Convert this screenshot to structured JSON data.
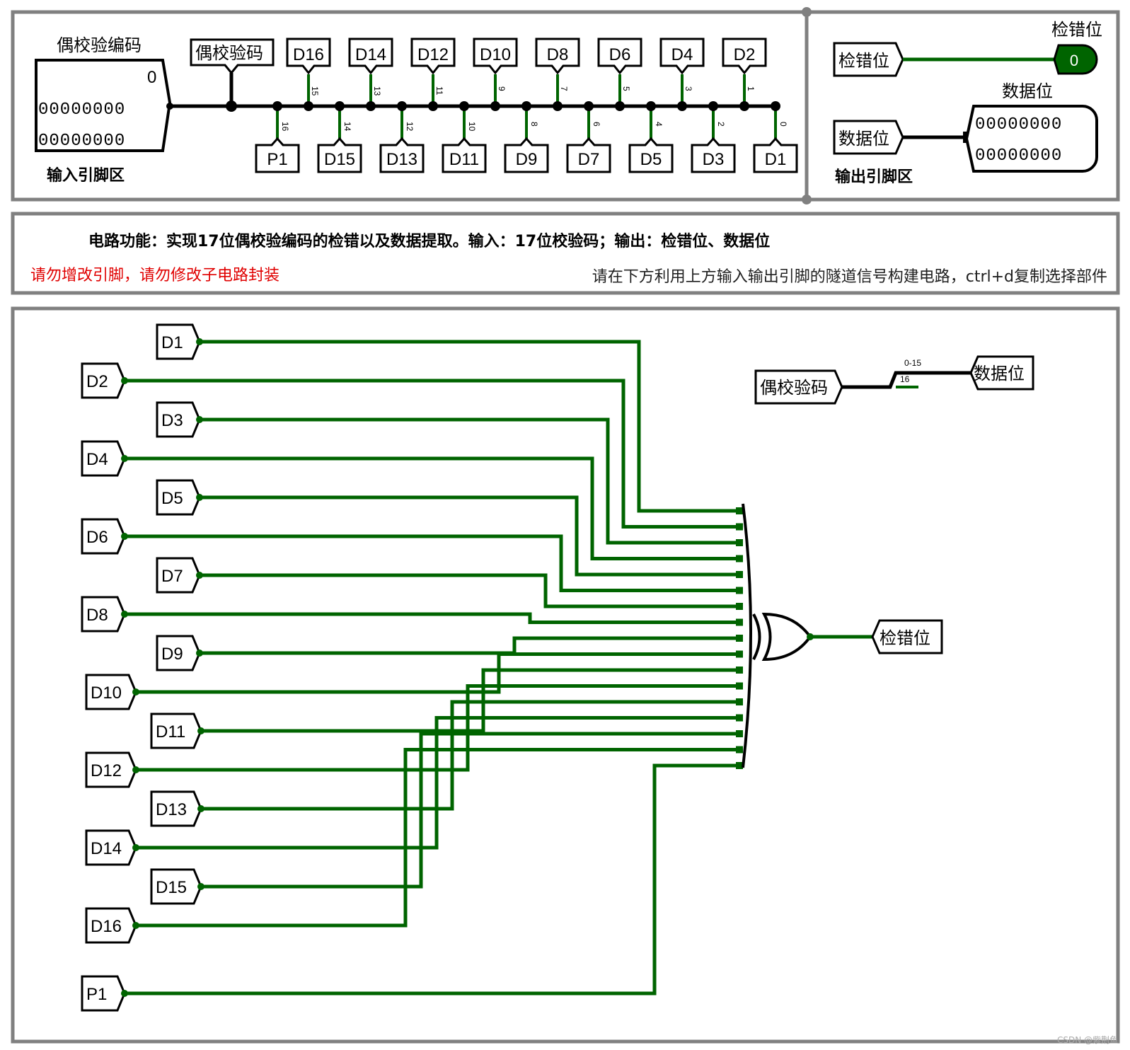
{
  "input_area": {
    "label": "输入引脚区",
    "pin_title": "偶校验编码",
    "pin_value": "0",
    "pin_rows": [
      "00000000",
      "00000000"
    ],
    "bus_tunnel": "偶校验码",
    "top_tunnels": [
      "D16",
      "D14",
      "D12",
      "D10",
      "D8",
      "D6",
      "D4",
      "D2"
    ],
    "top_bits": [
      "15",
      "13",
      "11",
      "9",
      "7",
      "5",
      "3",
      "1"
    ],
    "bottom_tunnels": [
      "P1",
      "D15",
      "D13",
      "D11",
      "D9",
      "D7",
      "D5",
      "D3",
      "D1"
    ],
    "bottom_bits": [
      "16",
      "14",
      "12",
      "10",
      "8",
      "6",
      "4",
      "2",
      "0"
    ]
  },
  "output_area": {
    "label": "输出引脚区",
    "error_tunnel": "检错位",
    "error_title": "检错位",
    "error_value": "0",
    "data_tunnel": "数据位",
    "data_title": "数据位",
    "data_rows": [
      "00000000",
      "00000000"
    ]
  },
  "info": {
    "function_text": "电路功能：实现17位偶校验编码的检错以及数据提取。输入：17位校验码；输出：检错位、数据位",
    "warning_text": "请勿增改引脚，请勿修改子电路封装",
    "hint_text": "请在下方利用上方输入输出引脚的隧道信号构建电路，ctrl+d复制选择部件"
  },
  "circuit": {
    "inputs": [
      "D1",
      "D2",
      "D3",
      "D4",
      "D5",
      "D6",
      "D7",
      "D8",
      "D9",
      "D10",
      "D11",
      "D12",
      "D13",
      "D14",
      "D15",
      "D16",
      "P1"
    ],
    "gate": "xor",
    "output_tunnel": "检错位",
    "splitter_in": "偶校验码",
    "splitter_out": "数据位",
    "splitter_range": "0-15",
    "splitter_bit": "16"
  },
  "watermark": "CSDN @紫荆鱼",
  "colors": {
    "wire": "#006400",
    "bus": "#000000",
    "frame": "#808080",
    "warning": "#e00000"
  }
}
